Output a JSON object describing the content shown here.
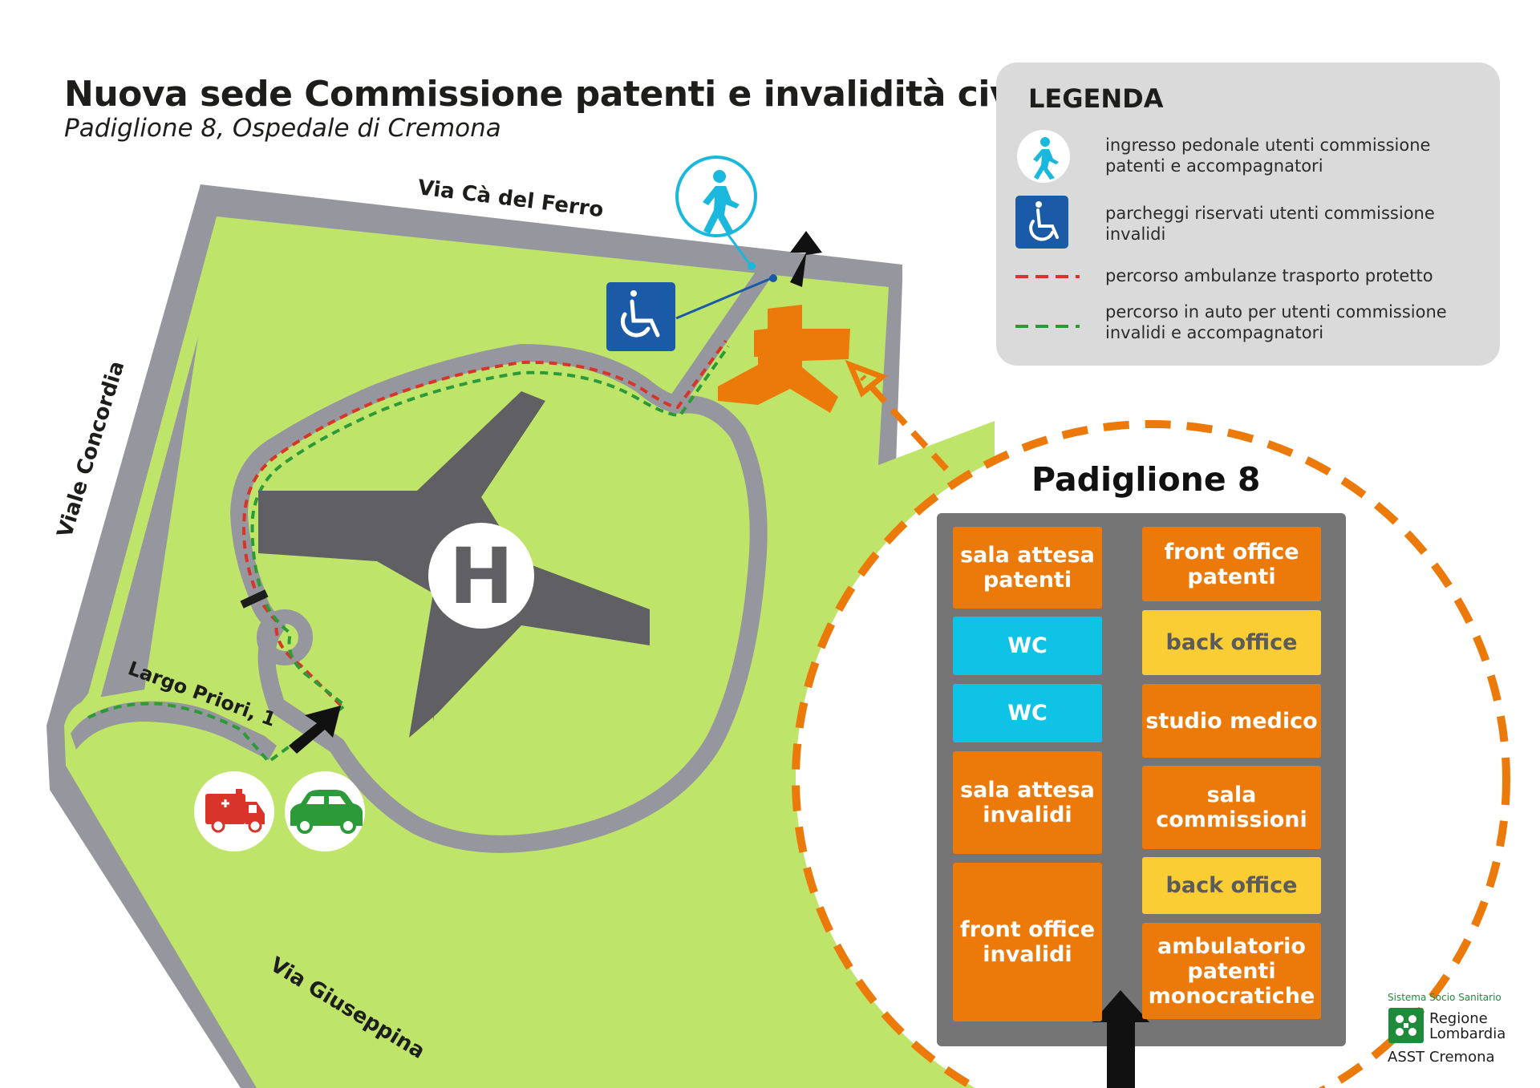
{
  "header": {
    "title": "Nuova sede Commissione patenti e invalidità civile",
    "subtitle": "Padiglione 8, Ospedale di Cremona"
  },
  "streets": {
    "north": "Via Cà del Ferro",
    "west": "Viale Concordia",
    "south": "Via Giuseppina",
    "entrance": "Largo Priori, 1"
  },
  "legend": {
    "title": "LEGENDA",
    "items": [
      {
        "icon": "pedestrian-icon",
        "label": "ingresso pedonale utenti commissione patenti e accompagnatori"
      },
      {
        "icon": "wheelchair-icon",
        "label": "parcheggi riservati utenti commissione invalidi"
      },
      {
        "icon": "red-dashed-line",
        "label": "percorso ambulanze trasporto protetto"
      },
      {
        "icon": "green-dashed-line",
        "label": "percorso in auto per utenti commissione invalidi e accompagnatori"
      }
    ]
  },
  "map": {
    "helipad_label": "H"
  },
  "pavilion": {
    "title": "Padiglione 8",
    "left_column": [
      {
        "label": "sala attesa patenti",
        "kind": "orange"
      },
      {
        "label": "WC",
        "kind": "cyan"
      },
      {
        "label": "WC",
        "kind": "cyan"
      },
      {
        "label": "sala attesa invalidi",
        "kind": "orange"
      },
      {
        "label": "front office invalidi",
        "kind": "orange"
      }
    ],
    "right_column": [
      {
        "label": "front office patenti",
        "kind": "orange"
      },
      {
        "label": "back office",
        "kind": "yellow"
      },
      {
        "label": "studio medico",
        "kind": "orange"
      },
      {
        "label": "sala commissioni",
        "kind": "orange"
      },
      {
        "label": "back office",
        "kind": "yellow"
      },
      {
        "label": "ambulatorio patenti monocratiche",
        "kind": "orange"
      }
    ]
  },
  "logo": {
    "system": "Sistema Socio Sanitario",
    "region": "Regione Lombardia",
    "asst": "ASST Cremona"
  },
  "colors": {
    "park": "#bfe46a",
    "road": "#96969e",
    "building": "#5f5f64",
    "pavilion": "#ec7a0b",
    "ambulance_route": "#d8342a",
    "car_route": "#2d9a3a",
    "pedestrian": "#1ab8dc",
    "wheelchair": "#1a5aa6"
  }
}
